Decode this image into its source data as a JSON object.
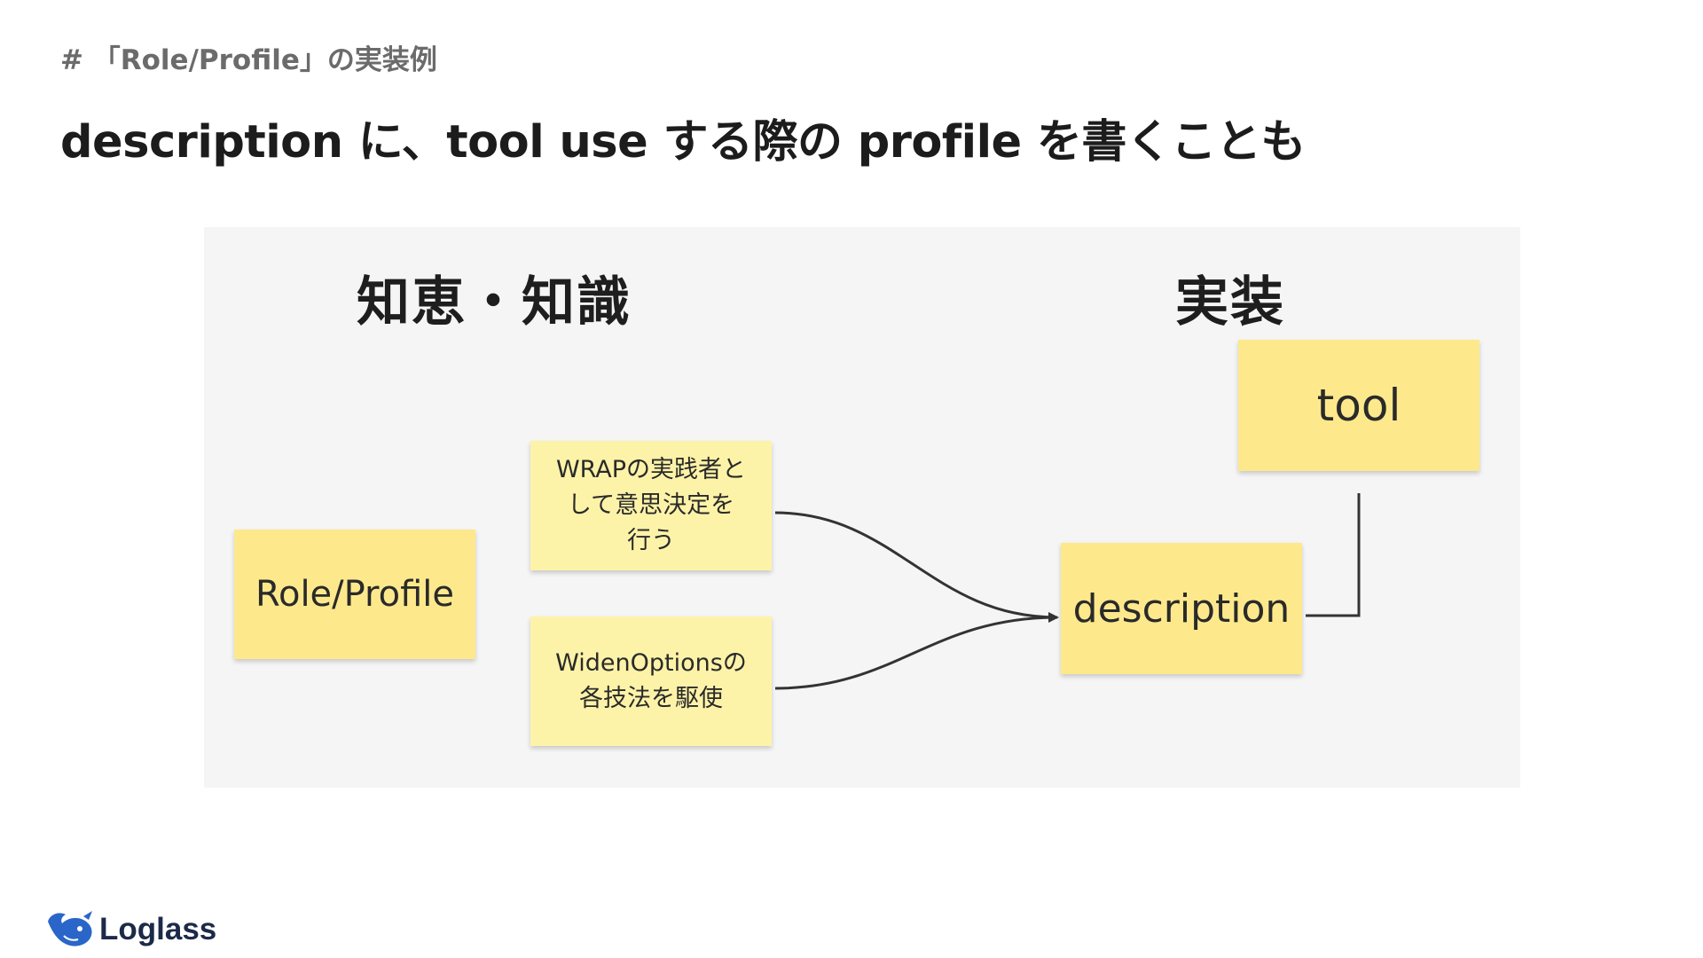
{
  "slide": {
    "breadcrumb": "# 「Role/Profile」の実装例",
    "title": "description に、tool use する際の profile を書くことも"
  },
  "diagram": {
    "headings": {
      "left": "知恵・知識",
      "right": "実装"
    },
    "notes": {
      "role_profile": "Role/Profile",
      "wrap_line1": "WRAPの実践者と",
      "wrap_line2": "して意思決定を",
      "wrap_line3": "行う",
      "widen_line1": "WidenOptionsの",
      "widen_line2": "各技法を駆使",
      "description": "description",
      "tool": "tool"
    },
    "colors": {
      "sticky": "#fde98c",
      "sticky_light": "#fdf3a8",
      "panel": "#f5f5f5",
      "arrow": "#333333"
    }
  },
  "footer": {
    "logo_text": "Loglass",
    "logo_icon": "whale-logo-icon"
  }
}
